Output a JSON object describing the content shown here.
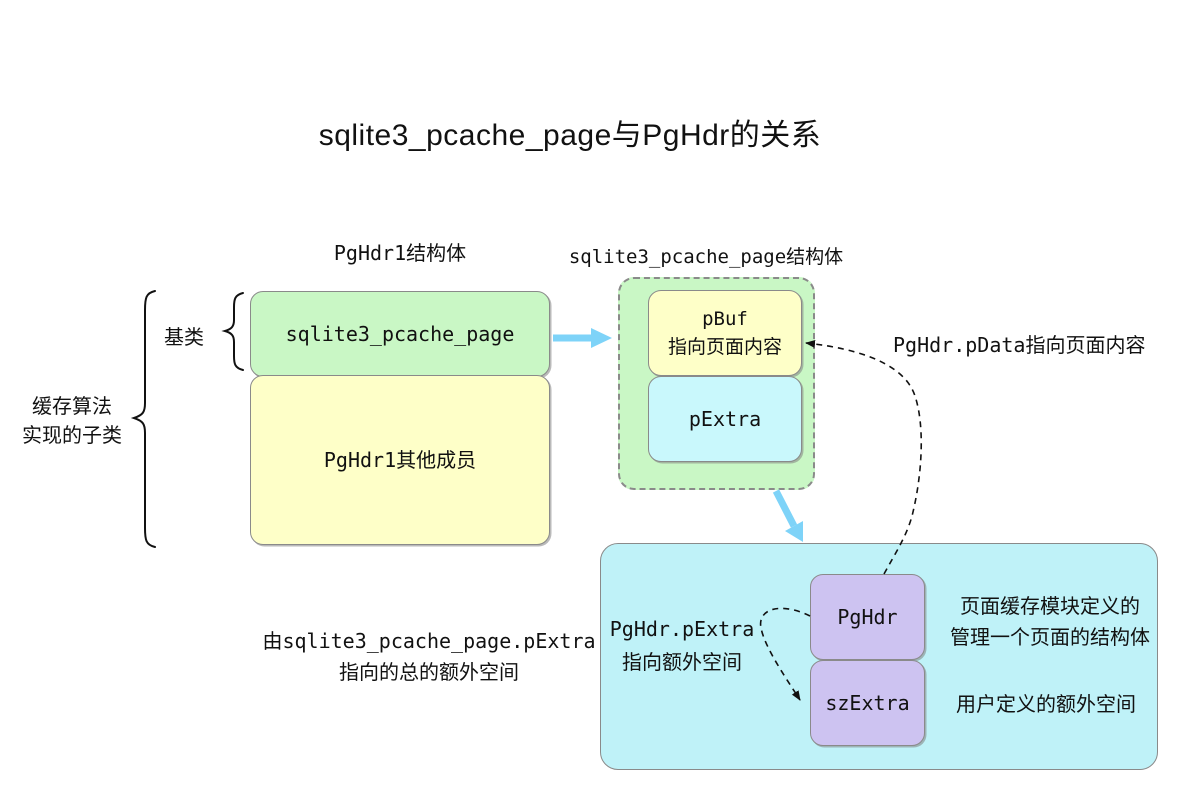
{
  "title": "sqlite3_pcache_page与PgHdr的关系",
  "left_structure": {
    "heading": "PgHdr1结构体",
    "subclass_label_line1": "缓存算法",
    "subclass_label_line2": "实现的子类",
    "base_class_label": "基类",
    "base_box": "sqlite3_pcache_page",
    "members_box": "PgHdr1其他成员"
  },
  "right_structure": {
    "heading": "sqlite3_pcache_page结构体",
    "pbuf_name": "pBuf",
    "pbuf_desc": "指向页面内容",
    "pextra_box": "pExtra"
  },
  "bottom_structure": {
    "pghdr_box": "PgHdr",
    "szextra_box": "szExtra",
    "pextra_pointer_line1": "PgHdr.pExtra",
    "pextra_pointer_line2": "指向额外空间",
    "pghdr_desc_line1": "页面缓存模块定义的",
    "pghdr_desc_line2": "管理一个页面的结构体",
    "szextra_desc": "用户定义的额外空间"
  },
  "annotations": {
    "pdata_label": "PgHdr.pData指向页面内容",
    "total_extra_line1": "由sqlite3_pcache_page.pExtra",
    "total_extra_line2": "指向的总的额外空间"
  },
  "colors": {
    "box_green": "#c9f7c5",
    "box_yellow": "#feffc8",
    "box_cyan": "#c9f8fc",
    "box_big_cyan": "#bff2f8",
    "box_purple": "#cdc3f1",
    "arrow_blue": "#7ed3f8",
    "border_gray": "#8a8a8a"
  }
}
